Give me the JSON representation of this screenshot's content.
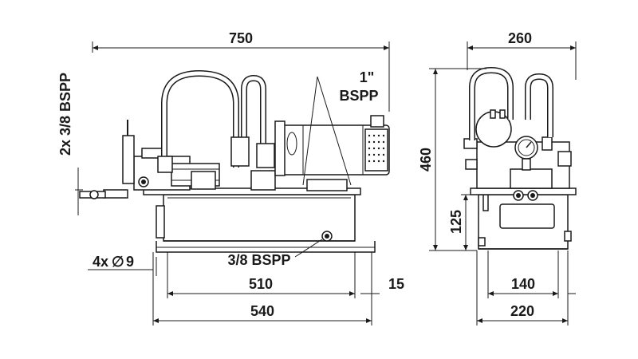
{
  "labels": {
    "width_overall": "750",
    "depth_overall": "260",
    "height_overall": "460",
    "ports_side": "2x 3/8 BSPP",
    "port_top_size": "1\"",
    "port_top_thread": "BSPP",
    "drain_port": "3/8 BSPP",
    "mount_holes": "4x",
    "mount_hole_dia_symbol": "∅",
    "mount_hole_dia": "9",
    "base_height": "125",
    "hole_spacing_long": "510",
    "base_length": "540",
    "foot_offset": "15",
    "hole_spacing_short": "140",
    "base_width": "220"
  }
}
